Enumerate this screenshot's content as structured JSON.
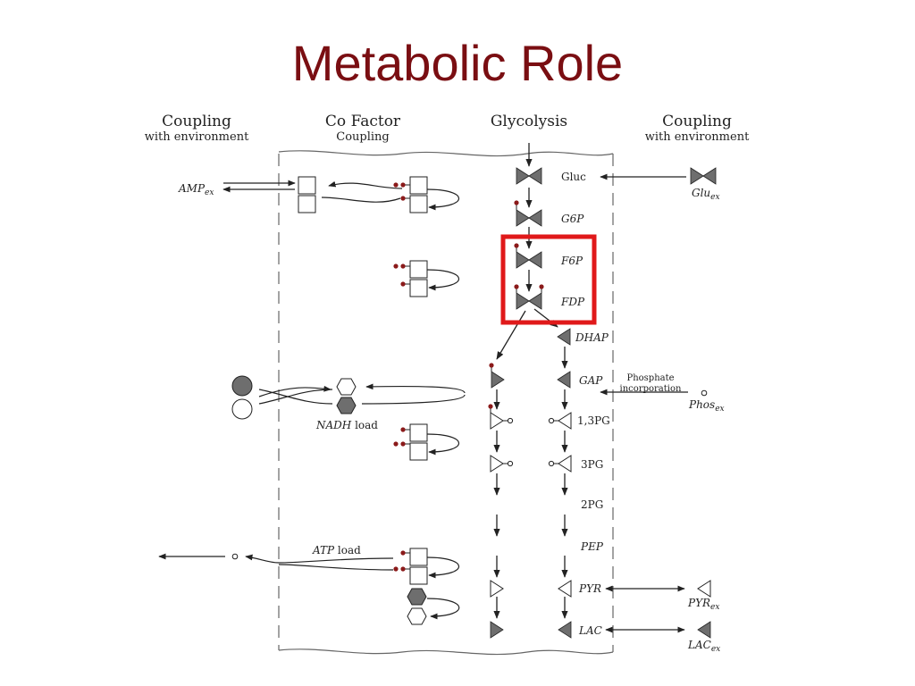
{
  "slide": {
    "title": "Metabolic Role"
  },
  "columns": {
    "coupling_left": {
      "title": "Coupling",
      "subtitle": "with environment"
    },
    "cofactor": {
      "title": "Co Factor",
      "subtitle": "Coupling"
    },
    "glycolysis": {
      "title": "Glycolysis"
    },
    "coupling_right": {
      "title": "Coupling",
      "subtitle": "with environment"
    }
  },
  "metabolites": {
    "gluc": "Gluc",
    "g6p": "G6P",
    "f6p": "F6P",
    "fdp": "FDP",
    "dhap": "DHAP",
    "gap": "GAP",
    "bpg": "1,3PG",
    "pg3": "3PG",
    "pg2": "2PG",
    "pep": "PEP",
    "pyr": "PYR",
    "lac": "LAC"
  },
  "external": {
    "amp": {
      "base": "AMP",
      "sub": "ex"
    },
    "glu": {
      "base": "Glu",
      "sub": "ex"
    },
    "phos": {
      "base": "Phos",
      "sub": "ex"
    },
    "pyr": {
      "base": "PYR",
      "sub": "ex"
    },
    "lac": {
      "base": "LAC",
      "sub": "ex"
    }
  },
  "annotations": {
    "phosphate_line1": "Phosphate",
    "phosphate_line2": "incorporation",
    "nadh_italic": "NADH",
    "nadh_rest": " load",
    "atp_italic": "ATP",
    "atp_rest": " load"
  },
  "highlight": {
    "color": "#e0191a",
    "label": "F6P-FDP step"
  },
  "colors": {
    "title": "#7a0e12",
    "glyph_fill": "#6e6e6e",
    "phosphate_dot": "#8b1a1a",
    "line": "#222222"
  }
}
